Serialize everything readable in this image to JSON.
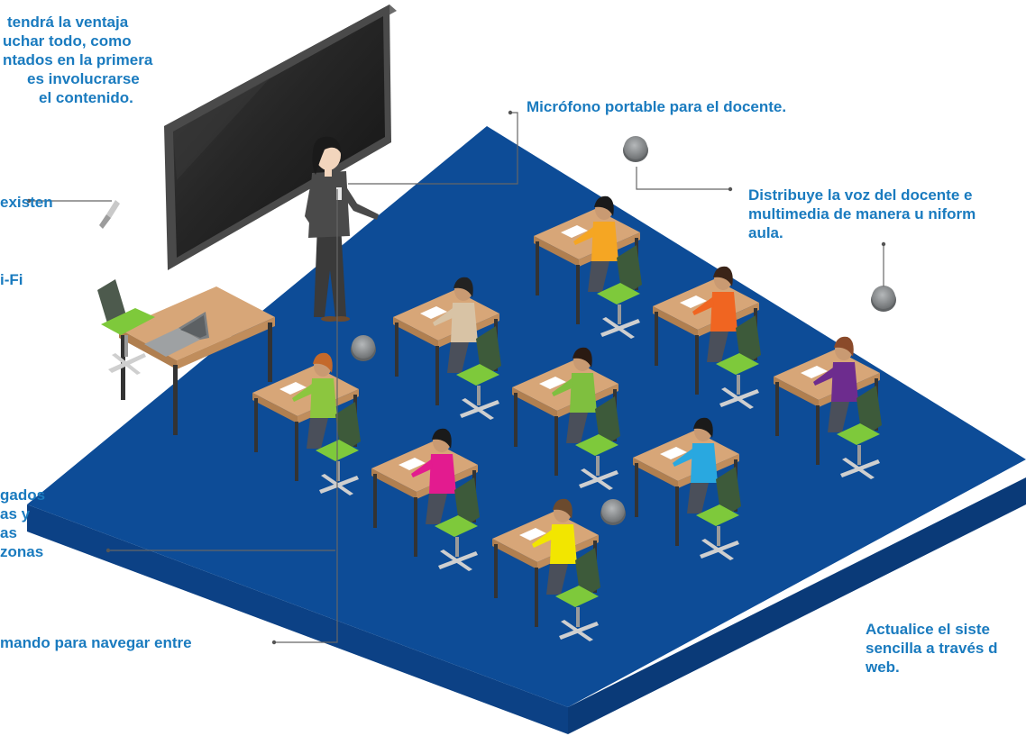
{
  "annotations": {
    "top_left": [
      "tendrá la ventaja",
      "uchar todo, como",
      "ntados en la primera",
      "es involucrarse",
      "el contenido."
    ],
    "existen": "existen",
    "wifi": "i-Fi",
    "gados": [
      "gados",
      "as y",
      "as",
      "zonas"
    ],
    "mando": "mando para navegar entre",
    "mic": "Micrófono portable para el docente.",
    "distribuye": [
      "Distribuye la voz del docente e",
      "multimedia de manera u niform",
      "aula."
    ],
    "actualice": [
      "Actualice el siste",
      "sencilla a través d",
      "web."
    ]
  },
  "colors": {
    "floor": "#0d4c97",
    "accent_text": "#1a7bbf",
    "desk_top": "#d7a678",
    "chair_green": "#7ec93b",
    "screen": "#2a2a2a",
    "speaker": "#8f9294"
  },
  "students": [
    {
      "shirt": "#f5a623",
      "hair": "#1a1a1a"
    },
    {
      "shirt": "#d8c3a5",
      "hair": "#222222"
    },
    {
      "shirt": "#f06521",
      "hair": "#3a2418"
    },
    {
      "shirt": "#7fbf3f",
      "hair": "#2a1a12"
    },
    {
      "shirt": "#6d2c8e",
      "hair": "#8a4a2a"
    },
    {
      "shirt": "#8cc63f",
      "hair": "#c4692a"
    },
    {
      "shirt": "#e31b8f",
      "hair": "#1a1a1a"
    },
    {
      "shirt": "#29a8e0",
      "hair": "#1a1a1a"
    },
    {
      "shirt": "#f2e600",
      "hair": "#6b4a2e"
    }
  ]
}
